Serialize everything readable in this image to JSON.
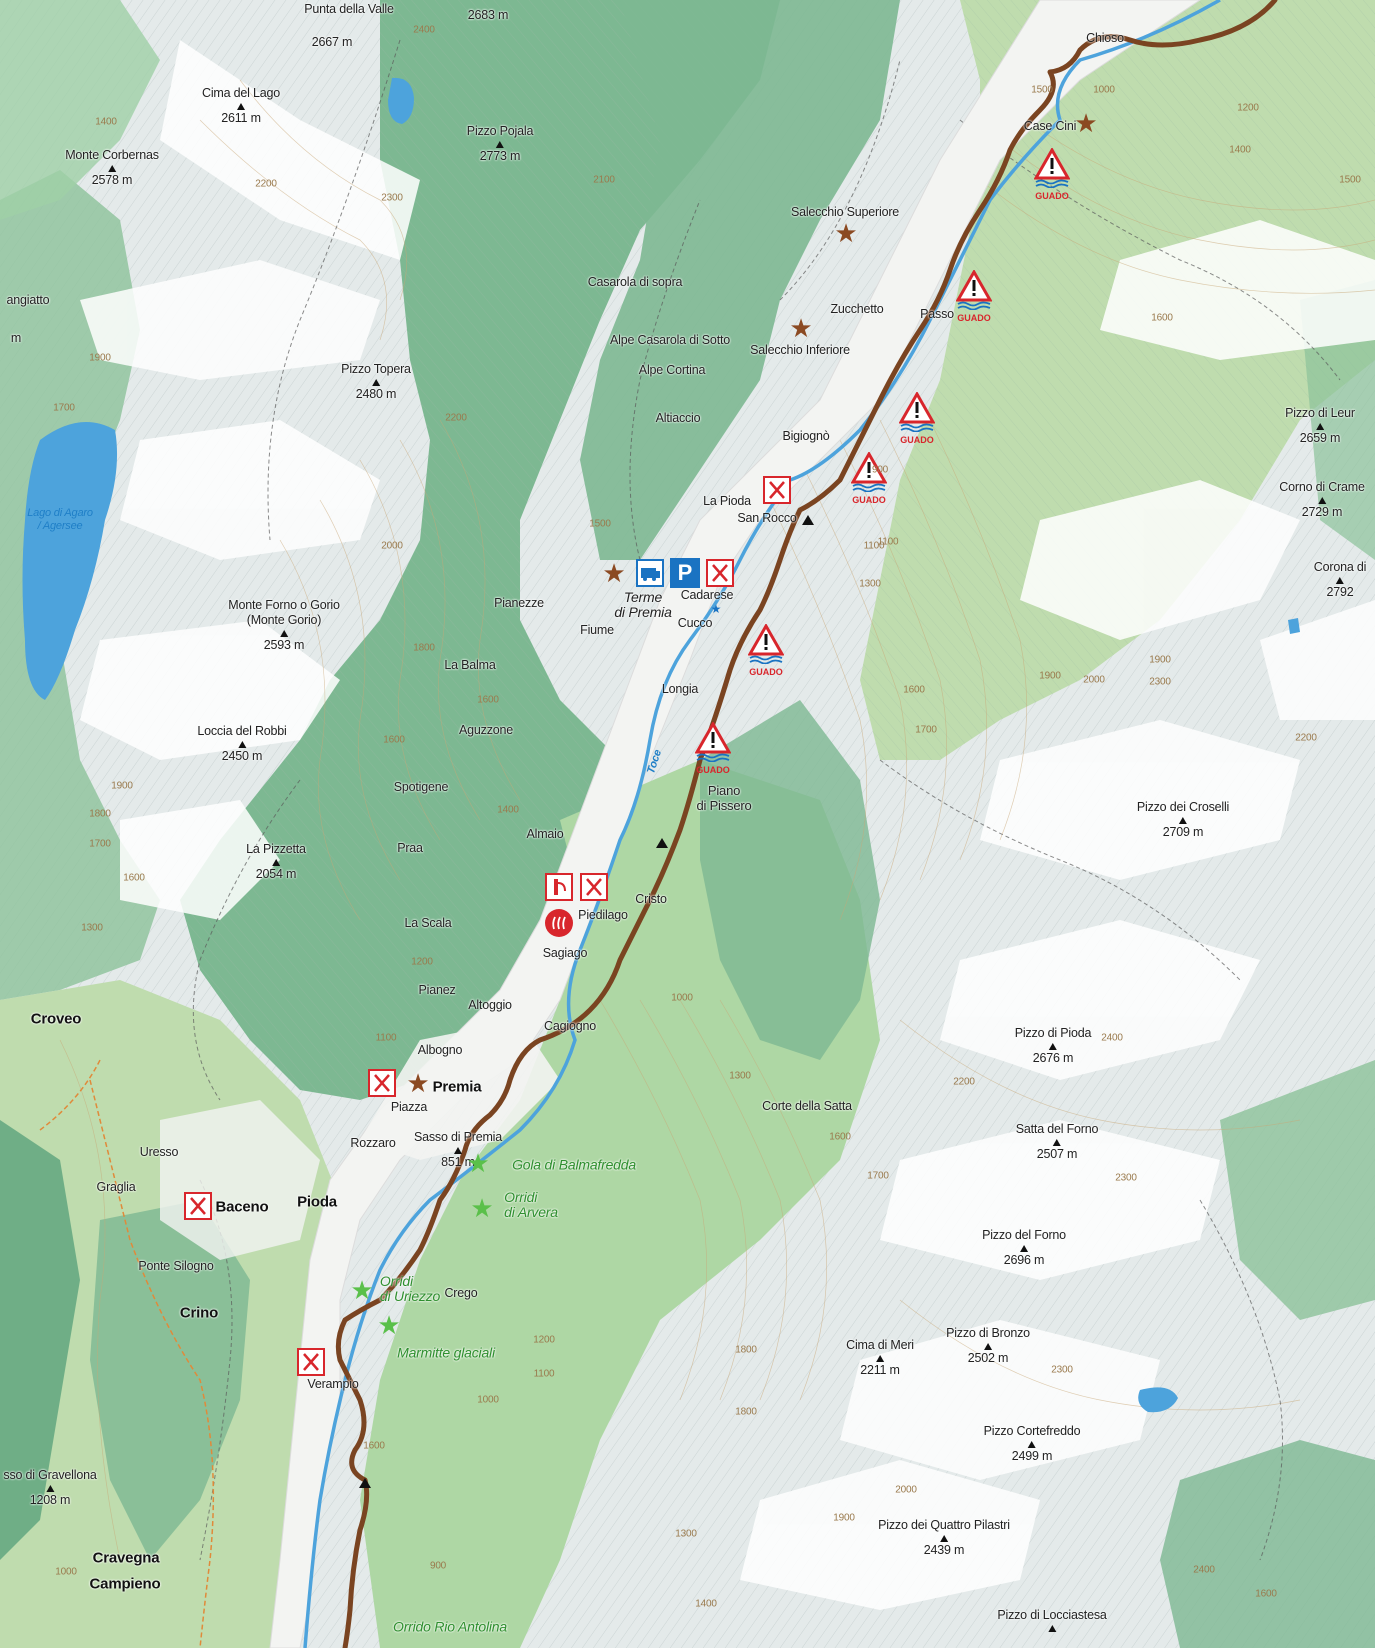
{
  "colors": {
    "valley": "#f3f4f2",
    "forest": "#7db892",
    "meadow": "#bfdcae",
    "alpine": "#e4eaea",
    "water": "#4da3dc",
    "route": "#7a4421",
    "warning_red": "#d8262c",
    "poi_star": "#8b4a22",
    "nature_star": "#5ac04a"
  },
  "peaks": [
    {
      "name": "Punta della Valle",
      "elev": ""
    },
    {
      "name": "",
      "elev": "2683 m"
    },
    {
      "name": "",
      "elev": "2667 m"
    },
    {
      "name": "Cima del Lago",
      "elev": "2611 m"
    },
    {
      "name": "Pizzo Pojala",
      "elev": "2773 m"
    },
    {
      "name": "Monte Corbernas",
      "elev": "2578 m"
    },
    {
      "name": "Pizzo Topera",
      "elev": "2480 m"
    },
    {
      "name": "Monte Forno o Gorio",
      "elev": "(Monte Gorio)"
    },
    {
      "name": "",
      "elev": "2593 m"
    },
    {
      "name": "Loccia del Robbi",
      "elev": "2450 m"
    },
    {
      "name": "La Pizzetta",
      "elev": "2054 m"
    },
    {
      "name": "Pizzo di Leur",
      "elev": "2659 m"
    },
    {
      "name": "Corno di Crame",
      "elev": "2729 m"
    },
    {
      "name": "Corona di",
      "elev": "2792"
    },
    {
      "name": "Pizzo dei Croselli",
      "elev": "2709 m"
    },
    {
      "name": "Pizzo di Pioda",
      "elev": "2676 m"
    },
    {
      "name": "Satta del Forno",
      "elev": "2507 m"
    },
    {
      "name": "Pizzo del Forno",
      "elev": "2696 m"
    },
    {
      "name": "Cima di Meri",
      "elev": "2211 m"
    },
    {
      "name": "Pizzo di Bronzo",
      "elev": "2502 m"
    },
    {
      "name": "Pizzo Cortefreddo",
      "elev": "2499 m"
    },
    {
      "name": "Pizzo dei Quattro Pilastri",
      "elev": "2439 m"
    },
    {
      "name": "Pizzo di Locciastesa",
      "elev": ""
    },
    {
      "name": "sso di Gravellona",
      "elev": "1208 m"
    },
    {
      "name": "Sasso di Premia",
      "elev": "851 m"
    }
  ],
  "places": [
    "Chioso",
    "Case Cini",
    "Salecchio Superiore",
    "Casarola di sopra",
    "Zucchetto",
    "Alpe Casarola di Sotto",
    "Salecchio Inferiore",
    "Passo",
    "Alpe Cortina",
    "Altiaccio",
    "Bigiognò",
    "La Pioda",
    "San Rocco",
    "Cadarese",
    "Pianezze",
    "Fiume",
    "Cucco",
    "Longia",
    "La Balma",
    "Aguzzone",
    "Spotigene",
    "Almaio",
    "Praa",
    "Cristo",
    "Piedilago",
    "La Scala",
    "Sagiago",
    "Pianez",
    "Altoggio",
    "Cagiogno",
    "Albogno",
    "Piazza",
    "Rozzaro",
    "Uresso",
    "Graglia",
    "Crego",
    "Ponte Silogno",
    "Verampio",
    "Corte della Satta",
    "angiatto",
    "m"
  ],
  "towns": [
    "Croveo",
    "Premia",
    "Baceno",
    "Pioda",
    "Crino",
    "Cravegna",
    "Campieno"
  ],
  "lake_label": [
    "Lago di Agaro",
    "/ Agersee"
  ],
  "river_label": "Toce",
  "nature_spots": [
    "Gola di Balmafredda",
    "Orridi",
    "di Arvera",
    "Orridi",
    "di Uriezzo",
    "Marmitte glaciali",
    "Orrido Rio Antolina"
  ],
  "terme_label": [
    "Terme",
    "di Premia"
  ],
  "piano_label": [
    "Piano",
    "di Pissero"
  ],
  "guado_label": "GUADO",
  "parking_label": "P",
  "contours": [
    "2400",
    "1400",
    "2200",
    "2300",
    "2100",
    "1700",
    "1900",
    "2000",
    "2200",
    "1800",
    "1300",
    "1600",
    "1600",
    "1500",
    "1700",
    "1900",
    "1800",
    "1600",
    "1200",
    "1100",
    "1400",
    "1500",
    "1100",
    "1000",
    "1200",
    "1400",
    "1500",
    "1600",
    "900",
    "1000",
    "1300",
    "1100",
    "1300",
    "1600",
    "1700",
    "1900",
    "2000",
    "2200",
    "2300",
    "1900",
    "1600",
    "1700",
    "1800",
    "2200",
    "2400",
    "2300",
    "1100",
    "1000",
    "1200",
    "1800",
    "2000",
    "1900",
    "2300",
    "1600",
    "1000",
    "900",
    "1300",
    "1400",
    "2400",
    "1600"
  ]
}
